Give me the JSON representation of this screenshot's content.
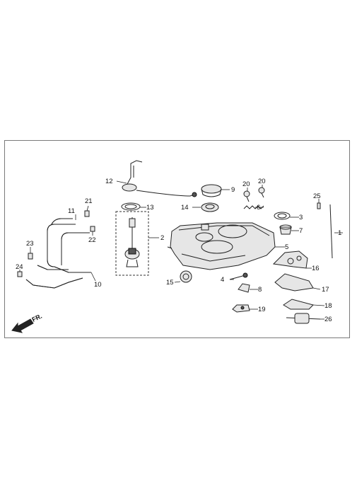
{
  "diagram": {
    "orientation_label": "FR.",
    "callouts": {
      "c1": "1",
      "c2": "2",
      "c3": "3",
      "c4": "4",
      "c5": "5",
      "c6": "6",
      "c7": "7",
      "c8": "8",
      "c9": "9",
      "c10": "10",
      "c11": "11",
      "c12": "12",
      "c13": "13",
      "c14": "14",
      "c15": "15",
      "c16": "16",
      "c17": "17",
      "c18": "18",
      "c19": "19",
      "c20a": "20",
      "c20b": "20",
      "c21": "21",
      "c22": "22",
      "c23": "23",
      "c24": "24",
      "c25": "25",
      "c26": "26"
    }
  }
}
